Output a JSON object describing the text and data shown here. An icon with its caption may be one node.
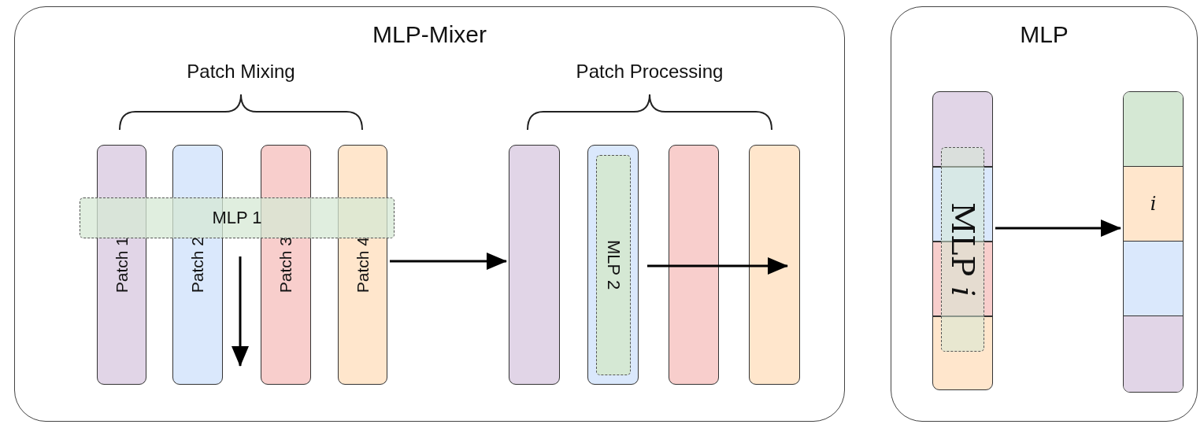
{
  "diagram": {
    "nodes": [
      {
        "text": [
          "MLP-Mixer"
        ]
      },
      {
        "text": [
          "Patch 1"
        ],
        "in": 0
      },
      {
        "text": [
          "Patch 2"
        ],
        "in": 0
      },
      {
        "text": [
          "Patch 3"
        ],
        "in": 0
      },
      {
        "text": [
          "Patch 4"
        ],
        "in": 0
      },
      {
        "text": [
          "MLP 1"
        ],
        "in": 0
      },
      {
        "text": [],
        "shape": "bar",
        "in": 0
      },
      {
        "text": [],
        "shape": "bar",
        "in": 0
      },
      {
        "text": [
          "MLP 2"
        ],
        "in": 7
      },
      {
        "text": [],
        "shape": "bar",
        "in": 0
      },
      {
        "text": [],
        "shape": "bar",
        "in": 0
      },
      {
        "text": [
          "MLP"
        ]
      },
      {
        "text": [],
        "shape": "bar",
        "in": 11
      },
      {
        "text": [
          "MLP *i*"
        ],
        "in": 12
      },
      {
        "text": [],
        "shape": "bar",
        "in": 11
      },
      {
        "text": [],
        "shape": "box",
        "in": 14
      },
      {
        "text": [
          "*i*"
        ],
        "in": 14
      },
      {
        "text": [],
        "shape": "box",
        "in": 14
      },
      {
        "text": [],
        "shape": "box",
        "in": 14
      }
    ],
    "edges": [
      {
        "from": 4,
        "to": 6,
        "arrow": "to"
      },
      {
        "from": 12,
        "to": 14,
        "arrow": "to"
      }
    ],
    "labels": [
      "Patch Mixing",
      "Patch Processing"
    ]
  }
}
